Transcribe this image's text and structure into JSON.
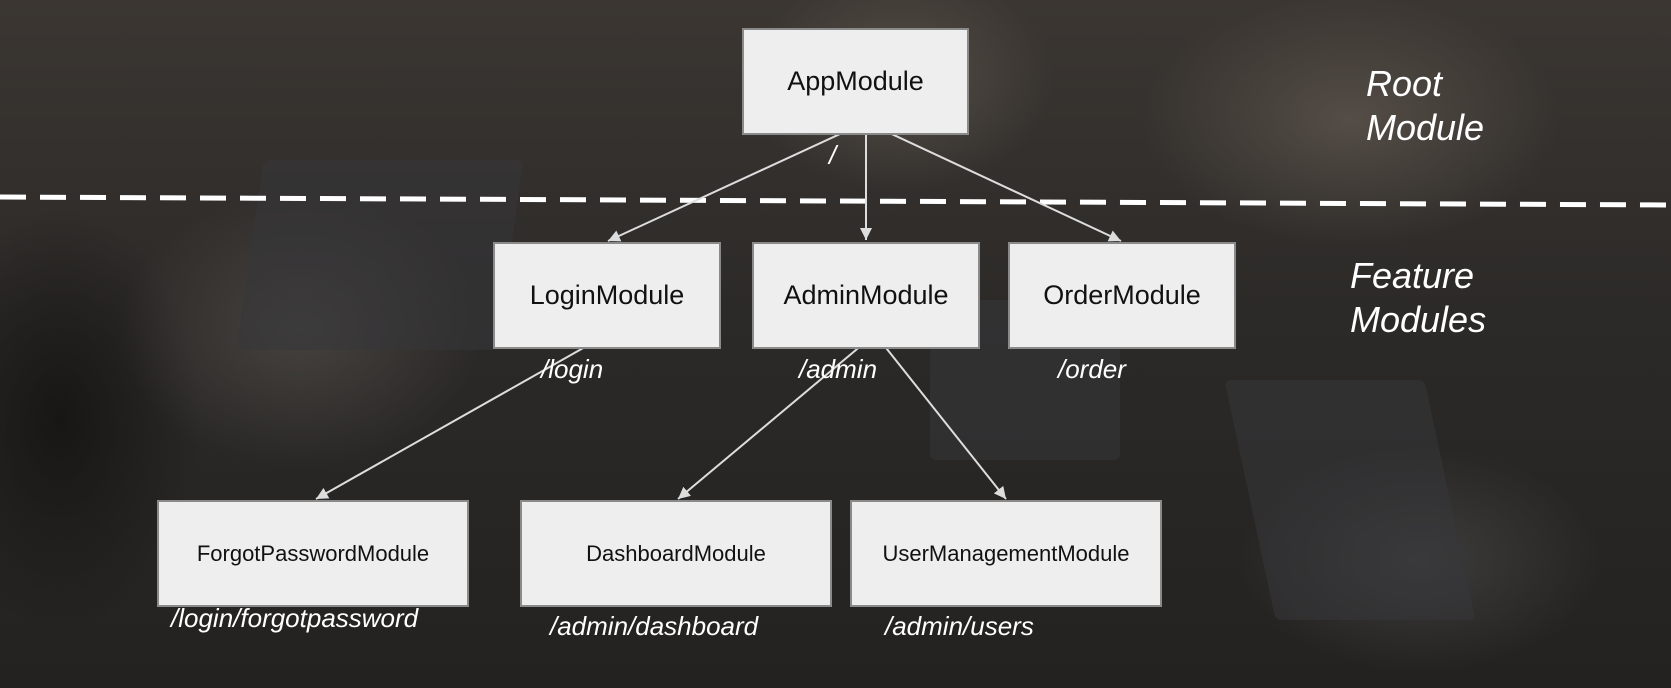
{
  "root_module": {
    "label": "AppModule",
    "route": "/"
  },
  "feature_modules": [
    {
      "label": "LoginModule",
      "route": "/login"
    },
    {
      "label": "AdminModule",
      "route": "/admin"
    },
    {
      "label": "OrderModule",
      "route": "/order"
    }
  ],
  "child_modules": [
    {
      "label": "ForgotPasswordModule",
      "route": "/login/forgotpassword"
    },
    {
      "label": "DashboardModule",
      "route": "/admin/dashboard"
    },
    {
      "label": "UserManagementModule",
      "route": "/admin/users"
    }
  ],
  "side_labels": {
    "root": "Root\nModule",
    "feature": "Feature\nModules"
  },
  "colors": {
    "box_fill": "#eeeeee",
    "box_border": "#8a8a8a",
    "text_dark": "#111111",
    "text_light": "#ffffff",
    "connector": "#dddddd",
    "divider": "#ffffff"
  }
}
